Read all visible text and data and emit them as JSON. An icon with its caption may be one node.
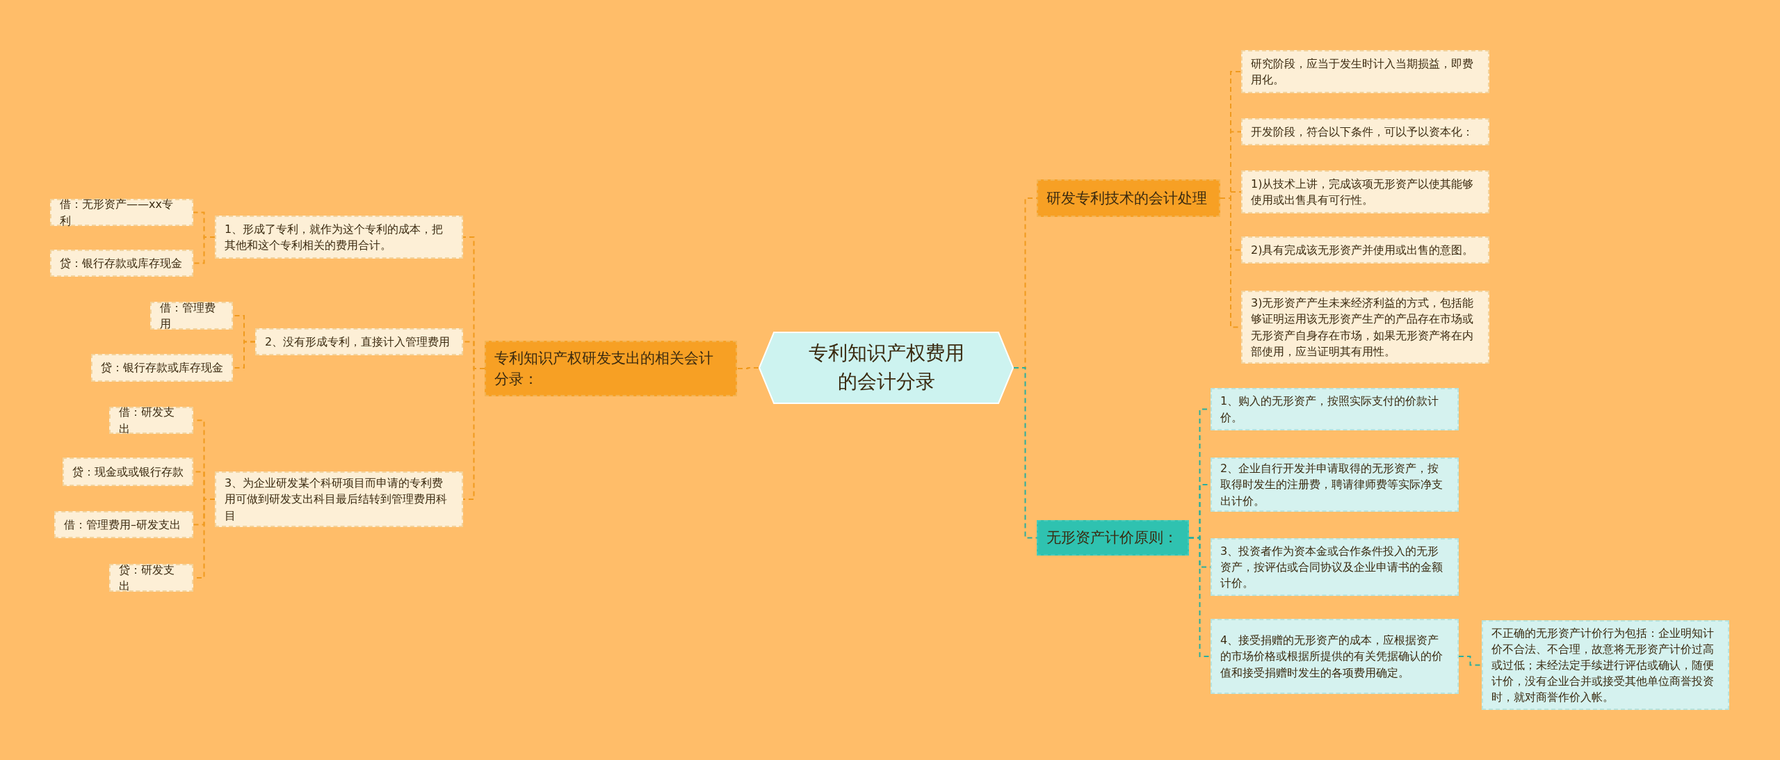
{
  "diagram": {
    "nodes": [
      {
        "text": [
          "专利知识产权费用的会计分录"
        ]
      },
      {
        "text": [
          "专利知识产权研发支出的相关会计分录："
        ]
      },
      {
        "text": [
          "1、形成了专利，就作为这个专利的成本，把其他和这个专利相关的费用合计。"
        ]
      },
      {
        "text": [
          "借：无形资产——xx专利"
        ]
      },
      {
        "text": [
          "贷：银行存款或库存现金"
        ]
      },
      {
        "text": [
          "2、没有形成专利，直接计入管理费用"
        ]
      },
      {
        "text": [
          "借：管理费用"
        ]
      },
      {
        "text": [
          "贷：银行存款或库存现金"
        ]
      },
      {
        "text": [
          "3、为企业研发某个科研项目而申请的专利费用可做到研发支出科目最后结转到管理费用科目"
        ]
      },
      {
        "text": [
          "借：研发支出"
        ]
      },
      {
        "text": [
          "贷：现金或或银行存款"
        ]
      },
      {
        "text": [
          "借：管理费用–研发支出"
        ]
      },
      {
        "text": [
          "贷：研发支出"
        ]
      },
      {
        "text": [
          "研发专利技术的会计处理"
        ]
      },
      {
        "text": [
          "研究阶段，应当于发生时计入当期损益，即费用化。"
        ]
      },
      {
        "text": [
          "开发阶段，符合以下条件，可以予以资本化："
        ]
      },
      {
        "text": [
          "1)从技术上讲，完成该项无形资产以使其能够使用或出售具有可行性。"
        ]
      },
      {
        "text": [
          "2)具有完成该无形资产并使用或出售的意图。"
        ]
      },
      {
        "text": [
          "3)无形资产产生未来经济利益的方式，包括能够证明运用该无形资产生产的产品存在市场或无形资产自身存在市场，如果无形资产将在内部使用，应当证明其有用性。"
        ]
      },
      {
        "text": [
          "无形资产计价原则："
        ]
      },
      {
        "text": [
          "1、购入的无形资产，按照实际支付的价款计价。"
        ]
      },
      {
        "text": [
          "2、企业自行开发并申请取得的无形资产，按取得时发生的注册费，聘请律师费等实际净支出计价。"
        ]
      },
      {
        "text": [
          "3、投资者作为资本金或合作条件投入的无形资产，按评估或合同协议及企业申请书的金额计价。"
        ]
      },
      {
        "text": [
          "4、接受捐赠的无形资产的成本，应根据资产的市场价格或根据所提供的有关凭据确认的价值和接受捐赠时发生的各项费用确定。"
        ]
      },
      {
        "text": [
          "不正确的无形资产计价行为包括：企业明知计价不合法、不合理，故意将无形资产计价过高或过低；未经法定手续进行评估或确认，随便计价，没有企业合并或接受其他单位商誉投资时，就对商誉作价入帐。"
        ]
      }
    ],
    "edges": [
      {
        "from": 0,
        "to": 1,
        "arrow": "none",
        "style": "dashed"
      },
      {
        "from": 1,
        "to": 2,
        "arrow": "none",
        "style": "dashed"
      },
      {
        "from": 2,
        "to": 3,
        "arrow": "none",
        "style": "dashed"
      },
      {
        "from": 2,
        "to": 4,
        "arrow": "none",
        "style": "dashed"
      },
      {
        "from": 1,
        "to": 5,
        "arrow": "none",
        "style": "dashed"
      },
      {
        "from": 5,
        "to": 6,
        "arrow": "none",
        "style": "dashed"
      },
      {
        "from": 5,
        "to": 7,
        "arrow": "none",
        "style": "dashed"
      },
      {
        "from": 1,
        "to": 8,
        "arrow": "none",
        "style": "dashed"
      },
      {
        "from": 8,
        "to": 9,
        "arrow": "none",
        "style": "dashed"
      },
      {
        "from": 8,
        "to": 10,
        "arrow": "none",
        "style": "dashed"
      },
      {
        "from": 8,
        "to": 11,
        "arrow": "none",
        "style": "dashed"
      },
      {
        "from": 8,
        "to": 12,
        "arrow": "none",
        "style": "dashed"
      },
      {
        "from": 0,
        "to": 13,
        "arrow": "none",
        "style": "dashed"
      },
      {
        "from": 13,
        "to": 14,
        "arrow": "none",
        "style": "dashed"
      },
      {
        "from": 13,
        "to": 15,
        "arrow": "none",
        "style": "dashed"
      },
      {
        "from": 13,
        "to": 16,
        "arrow": "none",
        "style": "dashed"
      },
      {
        "from": 13,
        "to": 17,
        "arrow": "none",
        "style": "dashed"
      },
      {
        "from": 13,
        "to": 18,
        "arrow": "none",
        "style": "dashed"
      },
      {
        "from": 0,
        "to": 19,
        "arrow": "none",
        "style": "dashed",
        "color": "#2aae9d"
      },
      {
        "from": 19,
        "to": 20,
        "arrow": "none",
        "style": "dashed",
        "color": "#2aae9d"
      },
      {
        "from": 19,
        "to": 21,
        "arrow": "none",
        "style": "dashed",
        "color": "#2aae9d"
      },
      {
        "from": 19,
        "to": 22,
        "arrow": "none",
        "style": "dashed",
        "color": "#2aae9d"
      },
      {
        "from": 19,
        "to": 23,
        "arrow": "none",
        "style": "dashed",
        "color": "#2aae9d"
      },
      {
        "from": 23,
        "to": 24,
        "arrow": "none",
        "style": "dashed",
        "color": "#2aae9d"
      }
    ]
  }
}
